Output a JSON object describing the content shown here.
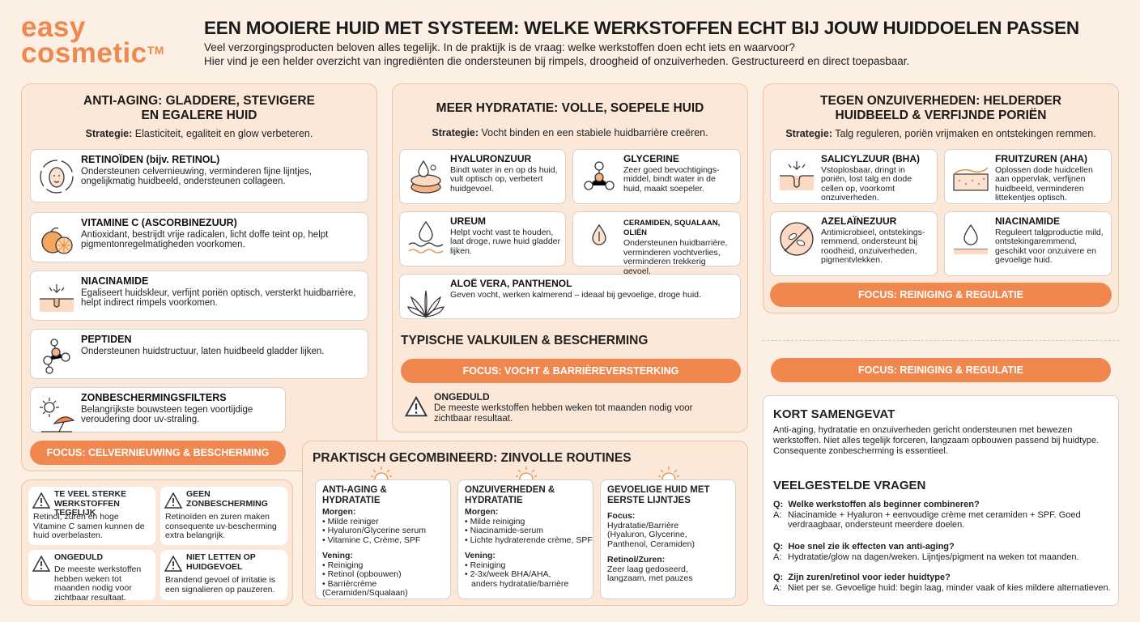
{
  "brand": {
    "line1": "easy",
    "line2": "cosmetic",
    "tm": "TM"
  },
  "header": {
    "title": "EEN MOOIERE HUID MET SYSTEEM: WELKE WERKSTOFFEN ECHT BIJ JOUW HUIDDOELEN PASSEN",
    "intro1": "Veel verzorgingsproducten beloven alles tegelijk. In de praktijk is de vraag: welke werkstoffen doen echt iets en waarvoor?",
    "intro2": "Hier vind je een helder overzicht van ingrediënten die ondersteunen bij rimpels, droogheid of onzuiverheden. Gestructureerd en direct toepasbaar."
  },
  "antiaging": {
    "title1": "ANTI-AGING: GLADDERE, STEVIGERE",
    "title2": "EN EGALERE HUID",
    "strategy_label": "Strategie:",
    "strategy": "Elasticiteit, egaliteit en glow verbeteren.",
    "items": [
      {
        "title": "RETINOÏDEN (bijv. RETINOL)",
        "desc": "Ondersteunen celvernieuwing, verminderen fijne lijntjes, ongelijkmatig huidbeeld, ondersteunen collageen.",
        "icon": "face-icon"
      },
      {
        "title": "VITAMINE C (ASCORBINEZUUR)",
        "desc": "Antioxidant, bestrijdt vrije radicalen, licht doffe teint op, helpt pigmentonregelmatigheden voorkomen.",
        "icon": "orange-icon"
      },
      {
        "title": "NIACINAMIDE",
        "desc": "Egaliseert huidskleur, verfijnt poriën optisch, versterkt huidbarrière, helpt indirect rimpels voorkomen.",
        "icon": "skin-layer-icon"
      },
      {
        "title": "PEPTIDEN",
        "desc": "Ondersteunen huidstructuur, laten huidbeeld gladder lijken.",
        "icon": "molecule-icon"
      },
      {
        "title": "ZONBESCHERMINGSFILTERS",
        "desc": "Belangrijkste bouwsteen tegen voortijdige veroudering door uv-straling.",
        "icon": "sun-umbrella-icon"
      }
    ],
    "focus": "FOCUS: CELVERNIEUWING & BESCHERMING"
  },
  "warnings_left": [
    {
      "title": "TE VEEL STERKE WERKSTOFFEN TEGELIJK",
      "desc": "Retinol, zuren en hoge Vitamine C samen kunnen de huid overbelasten."
    },
    {
      "title": "GEEN ZONBESCHERMING",
      "desc": "Retinoïden en zuren maken consequente uv-bescherming extra belangrijk."
    },
    {
      "title": "ONGEDULD",
      "desc": "De meeste werkstoffen hebben weken tot maanden nodig voor zichtbaar resultaat."
    },
    {
      "title": "NIET LETTEN OP HUIDGEVOEL",
      "desc": "Brandend gevoel of irritatie is een signalieren op pauzeren."
    }
  ],
  "hydration": {
    "title": "MEER HYDRATATIE: VOLLE, SOEPELE HUID",
    "strategy_label": "Strategie:",
    "strategy": "Vocht binden en een stabiele huidbarrière creëren.",
    "items": [
      {
        "title": "HYALURONZUUR",
        "desc": "Bindt water in en op ds huid, vult optisch op, verbetert huidgevoel.",
        "icon": "droplet-jar-icon"
      },
      {
        "title": "GLYCERINE",
        "desc": "Zeer goed bevochtigings-middel, bindt water in de huid, maakt soepeler.",
        "icon": "molecule-icon"
      },
      {
        "title": "UREUM",
        "desc": "Helpt vocht vast te houden, laat droge, ruwe huid gladder lijken.",
        "icon": "droplet-wave-icon"
      },
      {
        "title": "CERAMIDEN, SQUALAAN, OLIËN",
        "desc": "Ondersteunen huidbarrière, verminderen vochtverlies, verminderen trekkerig gevoel.",
        "icon": "droplet-layer-icon"
      },
      {
        "title": "ALOË VERA, PANTHENOL",
        "desc": "Geven vocht, werken kalmerend – ideaal bij gevoelige, droge huid.",
        "icon": "aloe-icon"
      }
    ],
    "pitfalls_title": "TYPISCHE VALKUILEN & BESCHERMING",
    "focus": "FOCUS: VOCHT & BARRIÈREVERSTERKING",
    "warning": {
      "title": "ONGEDULD",
      "desc": "De meeste werkstoffen hebben weken tot maanden nodig voor zichtbaar resultaat."
    }
  },
  "impurities": {
    "title1": "TEGEN ONZUIVERHEDEN: HELDERDER",
    "title2": "HUIDBEELD & VERFIJNDE PORIËN",
    "strategy_label": "Strategie:",
    "strategy": "Talg reguleren, poriën vrijmaken en ontstekingen remmen.",
    "items": [
      {
        "title": "SALICYLZUUR (BHA)",
        "desc": "Vstoplosbaar, dringt in poriën, lost talg en dode cellen op, voorkomt onzuiverheden.",
        "icon": "pore-icon"
      },
      {
        "title": "FRUITZUREN (AHA)",
        "desc": "Oplossen dode huidcellen aan oppervlak, verfijnen huidbeeld, verminderen littekentjes optisch.",
        "icon": "skin-surface-icon"
      },
      {
        "title": "AZELAÏNEZUUR",
        "desc": "Antimicrobieel, ontstekings-remmend, ondersteunt bij roodheid, onzuiverheden, pigmentvlekken.",
        "icon": "bacteria-icon"
      },
      {
        "title": "NIACINAMIDE",
        "desc": "Reguleert talgproductie mild, ontstekingaremmend, geschikt voor onzuivere en gevoelige huid.",
        "icon": "droplet-layer-icon"
      }
    ],
    "focus": "FOCUS: REINIGING & REGULATIE",
    "focus2": "FOCUS: REINIGING & REGULATIE"
  },
  "routines": {
    "title": "PRAKTISCH GECOMBINEERD: ZINVOLLE ROUTINES",
    "cards": [
      {
        "title": "ANTI-AGING & HYDRATATIE",
        "s1": "Morgen:",
        "l1": [
          "• Milde reiniger",
          "• Hyaluron/Glycerine serum",
          "• Vitamine C, Crème, SPF"
        ],
        "s2": "Vening:",
        "l2": [
          "• Reiniging",
          "• Retinol (opbouwen)",
          "• Barrièrcrème",
          "(Ceramiden/Squalaan)"
        ]
      },
      {
        "title": "ONZUIVERHEDEN & HYDRATATIE",
        "s1": "Morgen:",
        "l1": [
          "• Milde reiniging",
          "• Niacinamide-serum",
          "• Lichte hydraterende crème, SPF"
        ],
        "s2": "Vening:",
        "l2": [
          "• Reiniging",
          "• 2-3x/week BHA/AHA,",
          "anders hydratatie/barrière"
        ]
      },
      {
        "title": "GEVOELIGE HUID MET EERSTE LIJNTJES",
        "s1": "Focus:",
        "l1": [
          "Hydratatie/Barrière",
          "(Hyaluron, Glycerine,",
          "Panthenol, Ceramiden)"
        ],
        "s2": "Retinol/Zuren:",
        "l2": [
          "Zeer laag gedoseerd,",
          "langzaam, met pauzes"
        ]
      }
    ]
  },
  "summary": {
    "title": "KORT SAMENGEVAT",
    "text": "Anti-aging, hydratatie en onzuiverheden gericht ondersteunen met bewezen werkstoffen. Niet alles tegelijk forceren, langzaam opbouwen passend bij huidtype. Consequente zonbescherming is essentieel."
  },
  "faq": {
    "title": "VEELGESTELDE VRAGEN",
    "items": [
      {
        "q": "Welke werkstoffen als beginner combineren?",
        "a": "Niacinamide + Hyaluron + eenvoudige crème met ceramiden + SPF. Goed verdraagbaar, ondersteunt meerdere doelen."
      },
      {
        "q": "Hoe snel zie ik effecten van anti-aging?",
        "a": "Hydratatie/glow na dagen/weken. Lijntjes/pigment na weken tot maanden."
      },
      {
        "q": "Zijn zuren/retinol voor ieder huidtype?",
        "a": "Niet per se. Gevoelige huid: begin laag, minder vaak of kies mildere alternatieven."
      }
    ],
    "qlabel": "Q:",
    "alabel": "A:"
  },
  "colors": {
    "accent": "#f0874f",
    "panel": "#fce8d9",
    "border": "#eec2a2",
    "bg": "#fcefe4"
  }
}
